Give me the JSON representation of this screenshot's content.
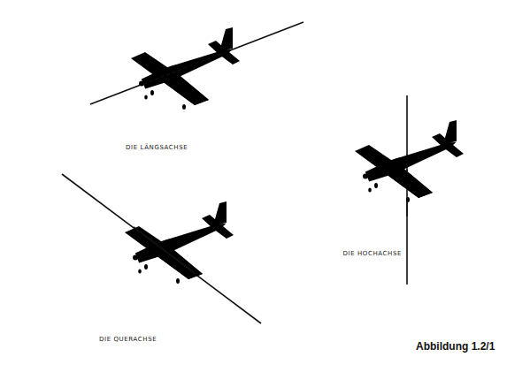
{
  "diagram": {
    "caption": "Abbildung 1.2/1",
    "labels": [
      "DIE LÄNGSACHSE",
      "DIE QUERACHSE",
      "DIE HOCHACHSE"
    ]
  }
}
